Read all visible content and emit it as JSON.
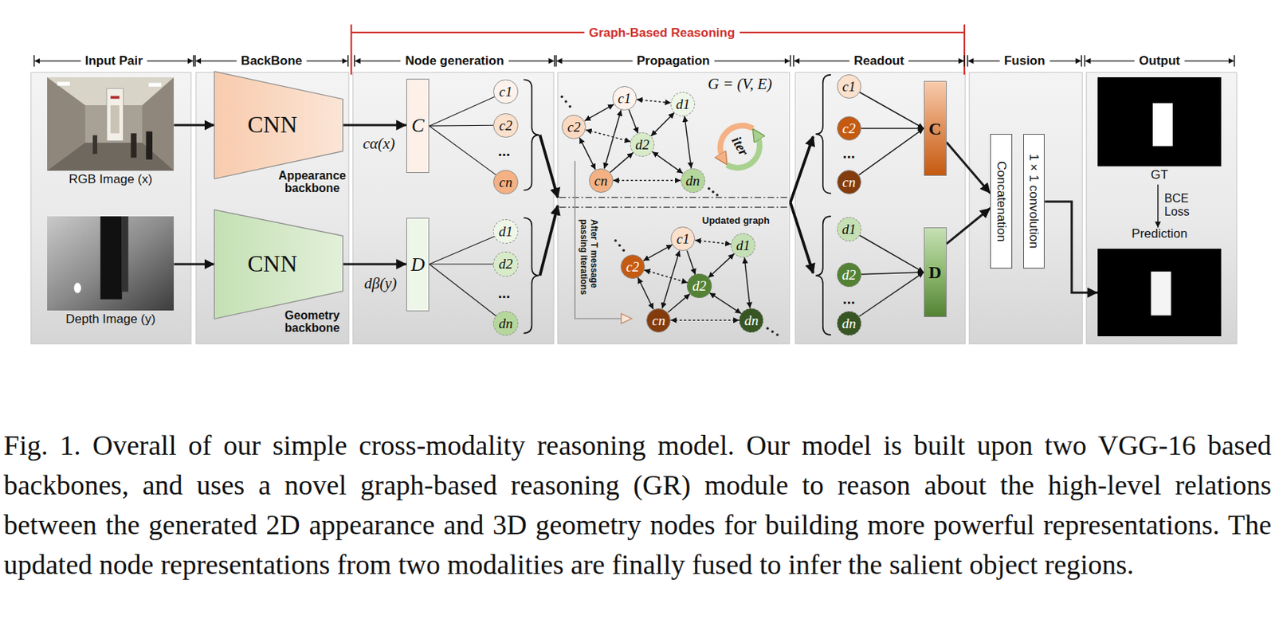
{
  "diagram": {
    "caption": "Fig. 1. Overall of our simple cross-modality reasoning model. Our model is built upon two VGG-16 based backbones, and uses a novel graph-based reasoning (GR) module to reason about the high-level relations between the generated 2D appearance and 3D geometry nodes for building more powerful representations. The updated node representations from two modalities are finally fused to infer the salient object regions.",
    "nodes": [
      {
        "text": [
          "RGB Image (x)"
        ]
      },
      {
        "text": [
          "Depth Image (y)"
        ]
      },
      {
        "text": [
          "CNN",
          "Appearance backbone"
        ]
      },
      {
        "text": [
          "CNN",
          "Geometry backbone"
        ]
      },
      {
        "text": [
          "C"
        ]
      },
      {
        "text": [
          "D"
        ]
      },
      {
        "text": [
          "c1"
        ]
      },
      {
        "text": [
          "c2"
        ]
      },
      {
        "text": [
          "cn"
        ]
      },
      {
        "text": [
          "d1"
        ]
      },
      {
        "text": [
          "d2"
        ]
      },
      {
        "text": [
          "dn"
        ]
      },
      {
        "text": [
          "c1"
        ]
      },
      {
        "text": [
          "c2"
        ]
      },
      {
        "text": [
          "cn"
        ]
      },
      {
        "text": [
          "d1"
        ]
      },
      {
        "text": [
          "d2"
        ]
      },
      {
        "text": [
          "dn"
        ]
      },
      {
        "text": [
          "c1"
        ]
      },
      {
        "text": [
          "c2"
        ]
      },
      {
        "text": [
          "cn"
        ]
      },
      {
        "text": [
          "d1"
        ]
      },
      {
        "text": [
          "d2"
        ]
      },
      {
        "text": [
          "dn"
        ]
      },
      {
        "text": [
          "c1"
        ]
      },
      {
        "text": [
          "c2"
        ]
      },
      {
        "text": [
          "cn"
        ]
      },
      {
        "text": [
          "d1"
        ]
      },
      {
        "text": [
          "d2"
        ]
      },
      {
        "text": [
          "dn"
        ]
      },
      {
        "text": [
          "C"
        ]
      },
      {
        "text": [
          "D"
        ]
      },
      {
        "text": [
          "Concatenation"
        ]
      },
      {
        "text": [
          "1×1 convolution"
        ]
      },
      {
        "text": [
          "GT"
        ]
      },
      {
        "text": [
          "Prediction"
        ]
      }
    ],
    "edges": [
      {
        "from": 0,
        "to": 2,
        "arrow": "to"
      },
      {
        "from": 1,
        "to": 3,
        "arrow": "to"
      },
      {
        "from": 2,
        "to": 4,
        "label": "cα(x)",
        "arrow": "to"
      },
      {
        "from": 3,
        "to": 5,
        "label": "dβ(y)",
        "arrow": "to"
      },
      {
        "from": 4,
        "to": 6,
        "arrow": "none"
      },
      {
        "from": 4,
        "to": 7,
        "arrow": "none"
      },
      {
        "from": 4,
        "to": 8,
        "arrow": "none"
      },
      {
        "from": 5,
        "to": 9,
        "arrow": "none"
      },
      {
        "from": 5,
        "to": 10,
        "arrow": "none"
      },
      {
        "from": 5,
        "to": 11,
        "arrow": "none"
      },
      {
        "from": 12,
        "to": 13,
        "arrow": "both"
      },
      {
        "from": 12,
        "to": 14,
        "arrow": "both"
      },
      {
        "from": 13,
        "to": 14,
        "arrow": "both"
      },
      {
        "from": 15,
        "to": 16,
        "arrow": "both"
      },
      {
        "from": 16,
        "to": 17,
        "arrow": "both"
      },
      {
        "from": 15,
        "to": 17,
        "arrow": "both"
      },
      {
        "from": 12,
        "to": 15,
        "arrow": "both"
      },
      {
        "from": 13,
        "to": 16,
        "arrow": "both"
      },
      {
        "from": 14,
        "to": 17,
        "arrow": "both"
      },
      {
        "from": 12,
        "to": 16,
        "arrow": "to"
      },
      {
        "from": 14,
        "to": 16,
        "arrow": "to"
      },
      {
        "from": 18,
        "to": 19,
        "arrow": "both"
      },
      {
        "from": 18,
        "to": 20,
        "arrow": "both"
      },
      {
        "from": 19,
        "to": 20,
        "arrow": "both"
      },
      {
        "from": 21,
        "to": 22,
        "arrow": "both"
      },
      {
        "from": 22,
        "to": 23,
        "arrow": "both"
      },
      {
        "from": 21,
        "to": 23,
        "arrow": "both"
      },
      {
        "from": 18,
        "to": 21,
        "arrow": "both"
      },
      {
        "from": 19,
        "to": 22,
        "arrow": "both"
      },
      {
        "from": 20,
        "to": 23,
        "arrow": "both"
      },
      {
        "from": 18,
        "to": 22,
        "arrow": "to"
      },
      {
        "from": 20,
        "to": 22,
        "arrow": "to"
      },
      {
        "from": 24,
        "to": 30,
        "arrow": "to"
      },
      {
        "from": 25,
        "to": 30,
        "arrow": "to"
      },
      {
        "from": 26,
        "to": 30,
        "arrow": "to"
      },
      {
        "from": 27,
        "to": 31,
        "arrow": "to"
      },
      {
        "from": 28,
        "to": 31,
        "arrow": "to"
      },
      {
        "from": 29,
        "to": 31,
        "arrow": "to"
      },
      {
        "from": 30,
        "to": 32,
        "arrow": "to"
      },
      {
        "from": 31,
        "to": 32,
        "arrow": "to"
      },
      {
        "from": 33,
        "to": 35,
        "arrow": "to"
      },
      {
        "from": 34,
        "to": 35,
        "label": "BCE Loss",
        "arrow": "to"
      }
    ],
    "labels": [
      "Graph-Based Reasoning",
      "Input Pair",
      "BackBone",
      "Node generation",
      "Propagation",
      "Readout",
      "Fusion",
      "Output",
      "...",
      "...",
      "G = (V, E)",
      "iter",
      "After T message passing iterations",
      "Updated graph",
      "...",
      "..."
    ]
  }
}
